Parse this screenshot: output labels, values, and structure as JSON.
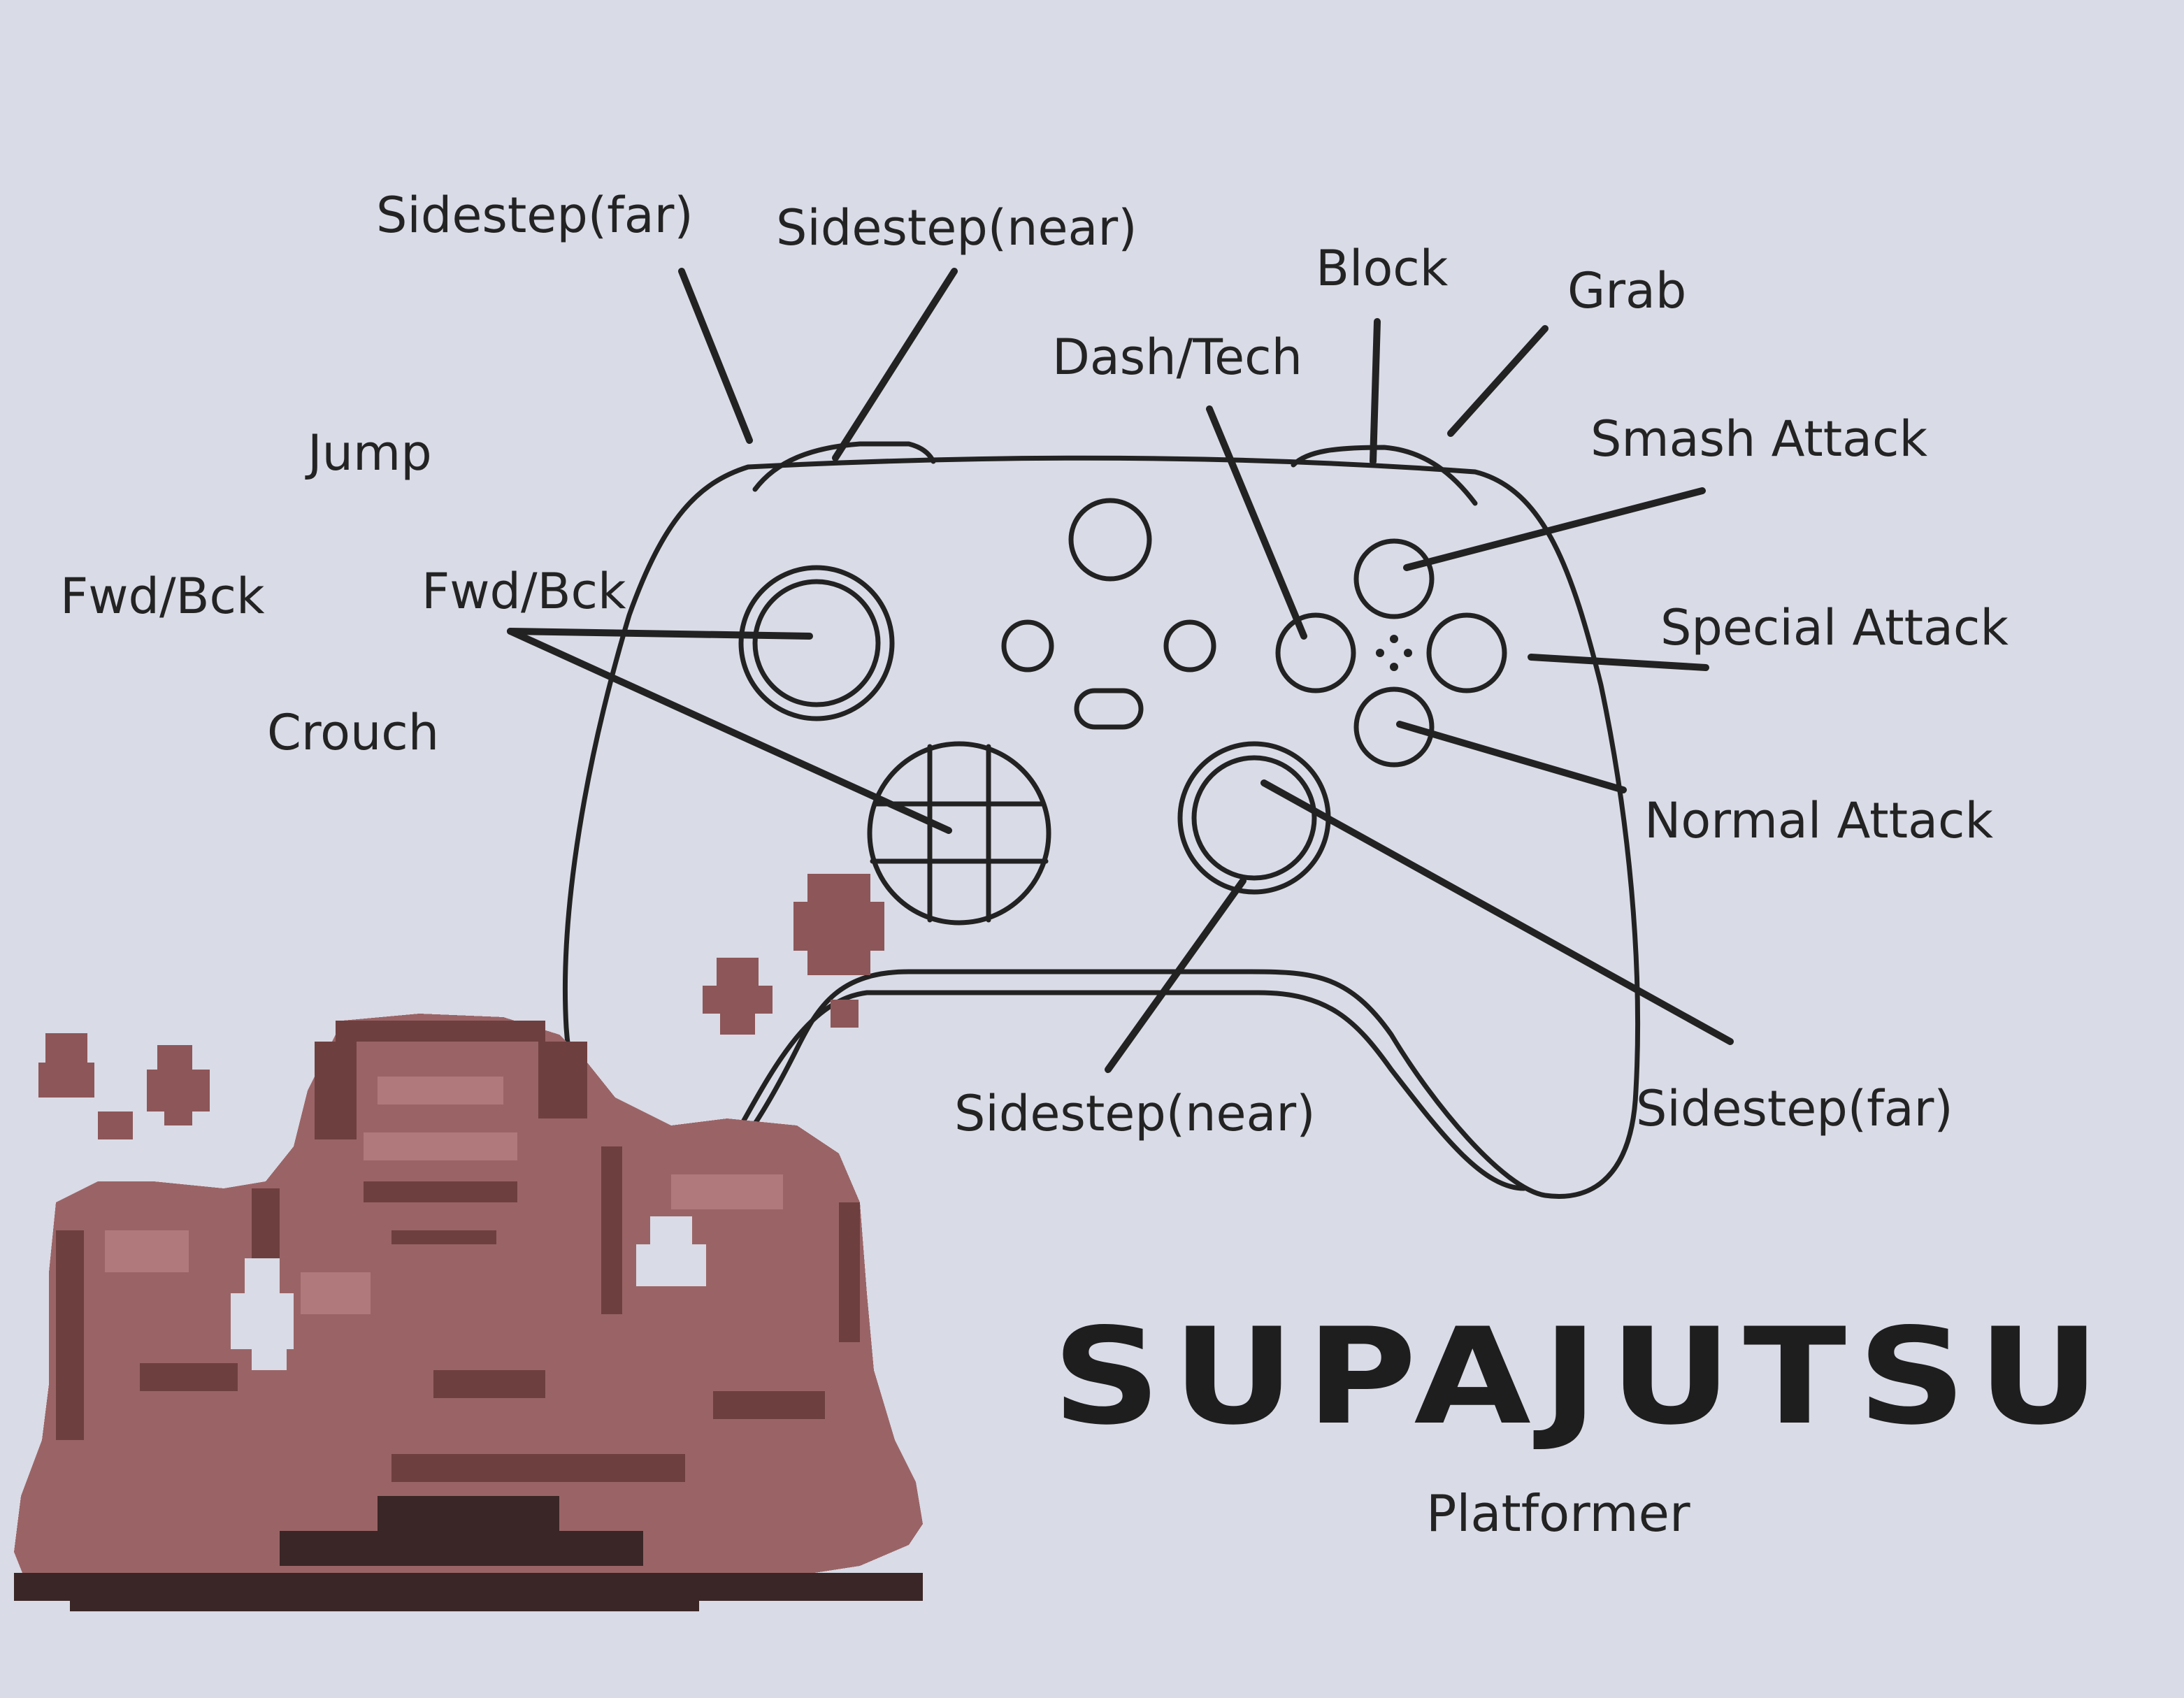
{
  "labels": {
    "sidestep_far_top": "Sidestep(far)",
    "sidestep_near_top": "Sidestep(near)",
    "block": "Block",
    "grab": "Grab",
    "dash_tech": "Dash/Tech",
    "jump": "Jump",
    "smash_attack": "Smash Attack",
    "fwd_bck_left": "Fwd/Bck",
    "fwd_bck_right": "Fwd/Bck",
    "special_attack": "Special Attack",
    "crouch": "Crouch",
    "normal_attack": "Normal Attack",
    "sidestep_near_bottom": "Sidestep(near)",
    "sidestep_far_bottom": "Sidestep(far)"
  },
  "logo": {
    "title": "SUPAJUTSU",
    "subtitle": "Platformer"
  },
  "icons": [
    "game-controller-icon",
    "pixel-character-icon"
  ],
  "colors": {
    "paper": "#d9dbe6",
    "ink": "#222222",
    "pixel_body": "#9a6466",
    "pixel_shadow": "#6e3f3f",
    "pixel_dark": "#3a2626"
  }
}
